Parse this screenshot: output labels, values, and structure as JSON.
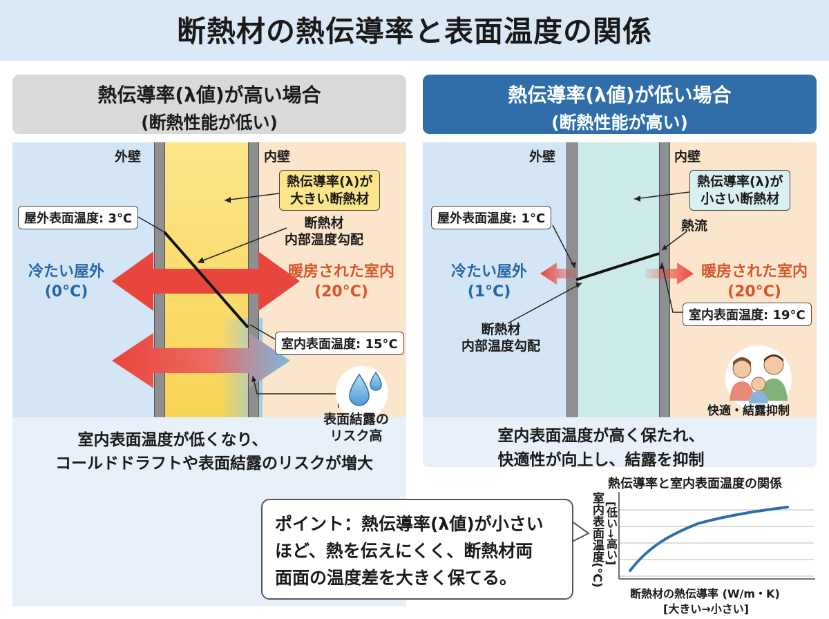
{
  "title": "断熱材の熱伝導率と表面温度の関係",
  "left": {
    "heading_line1": "熱伝導率(λ値)が高い場合",
    "heading_line2": "(断熱性能が低い)",
    "outer_wall": "外壁",
    "inner_wall": "内壁",
    "material_line1": "熱伝導率(λ)が",
    "material_line2": "大きい断熱材",
    "outdoor_surface": "屋外表面温度: 3°C",
    "gradient_line1": "断熱材",
    "gradient_line2": "内部温度勾配",
    "cold_line1": "冷たい屋外",
    "cold_line2": "(0°C)",
    "warm_line1": "暖房された室内",
    "warm_line2": "(20°C)",
    "indoor_surface": "室内表面温度: 15°C",
    "condensation_line1": "表面結露の",
    "condensation_line2": "リスク高",
    "summary_line1": "室内表面温度が低くなり、",
    "summary_line2": "コールドドラフトや表面結露のリスクが増大"
  },
  "right": {
    "heading_line1": "熱伝導率(λ値)が低い場合",
    "heading_line2": "(断熱性能が高い)",
    "outer_wall": "外壁",
    "inner_wall": "内壁",
    "material_line1": "熱伝導率(λ)が",
    "material_line2": "小さい断熱材",
    "outdoor_surface": "屋外表面温度: 1°C",
    "heat_flow": "熱流",
    "cold_line1": "冷たい屋外",
    "cold_line2": "(1°C)",
    "warm_line1": "暖房された室内",
    "warm_line2": "(20°C)",
    "indoor_surface": "室内表面温度: 19°C",
    "gradient_line1": "断熱材",
    "gradient_line2": "内部温度勾配",
    "comfort": "快適・結露抑制",
    "summary_line1": "室内表面温度が高く保たれ、",
    "summary_line2": "快適性が向上し、結露を抑制"
  },
  "point": {
    "line1": "ポイント：熱伝導率(λ値)が小さい",
    "line2": "ほど、熱を伝えにくく、断熱材両",
    "line3": "面面の温度差を大きく保てる。"
  },
  "mini_chart": {
    "title": "熱伝導率と室内表面温度の関係",
    "ylabel": "室内表面温度(°C)",
    "yrange": "[低い→高い]",
    "xlabel": "断熱材の熱伝導率 (W/m・K)",
    "xrange": "[大きい→小さい]"
  },
  "colors": {
    "cold_text": "#2366a8",
    "warm_text": "#d4572a",
    "arrow_red": "#e8453c",
    "header_blue": "#2f6ea8",
    "insulation_yellow": "#fde68a",
    "insulation_cyan": "#cdeaea"
  }
}
